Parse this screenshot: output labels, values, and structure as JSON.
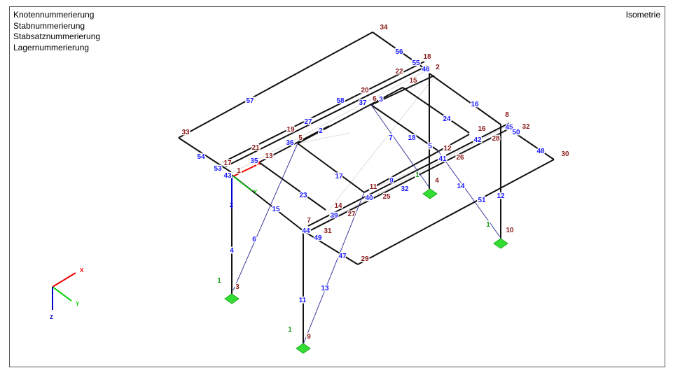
{
  "legend": [
    "Knotennummerierung",
    "Stabnummerierung",
    "Stabsatznummerierung",
    "Lagernummerierung"
  ],
  "view_name": "Isometrie",
  "axes": {
    "x": "X",
    "y": "Y",
    "z": "Z"
  },
  "colors": {
    "member_label": "#1a1aff",
    "node_label": "#8b1a1a",
    "support_label": "#1a9a1a",
    "support": "#33dd33",
    "brace": "#3a3a9a"
  },
  "member_labels": [
    "57",
    "56",
    "55",
    "46",
    "58",
    "27",
    "2",
    "37",
    "3",
    "36",
    "35",
    "43",
    "53",
    "54",
    "7",
    "18",
    "5",
    "24",
    "16",
    "42",
    "45",
    "50",
    "48",
    "41",
    "17",
    "9",
    "32",
    "40",
    "23",
    "15",
    "39",
    "44",
    "49",
    "47",
    "14",
    "51",
    "12",
    "4",
    "6",
    "11",
    "13"
  ],
  "node_labels": [
    "34",
    "18",
    "2",
    "22",
    "15",
    "20",
    "6",
    "33",
    "19",
    "5",
    "21",
    "13",
    "17",
    "1",
    "8",
    "32",
    "16",
    "28",
    "12",
    "26",
    "30",
    "11",
    "25",
    "14",
    "27",
    "7",
    "31",
    "29",
    "10",
    "4",
    "3",
    "9"
  ],
  "support_labels": [
    "1",
    "1",
    "1",
    "1"
  ]
}
